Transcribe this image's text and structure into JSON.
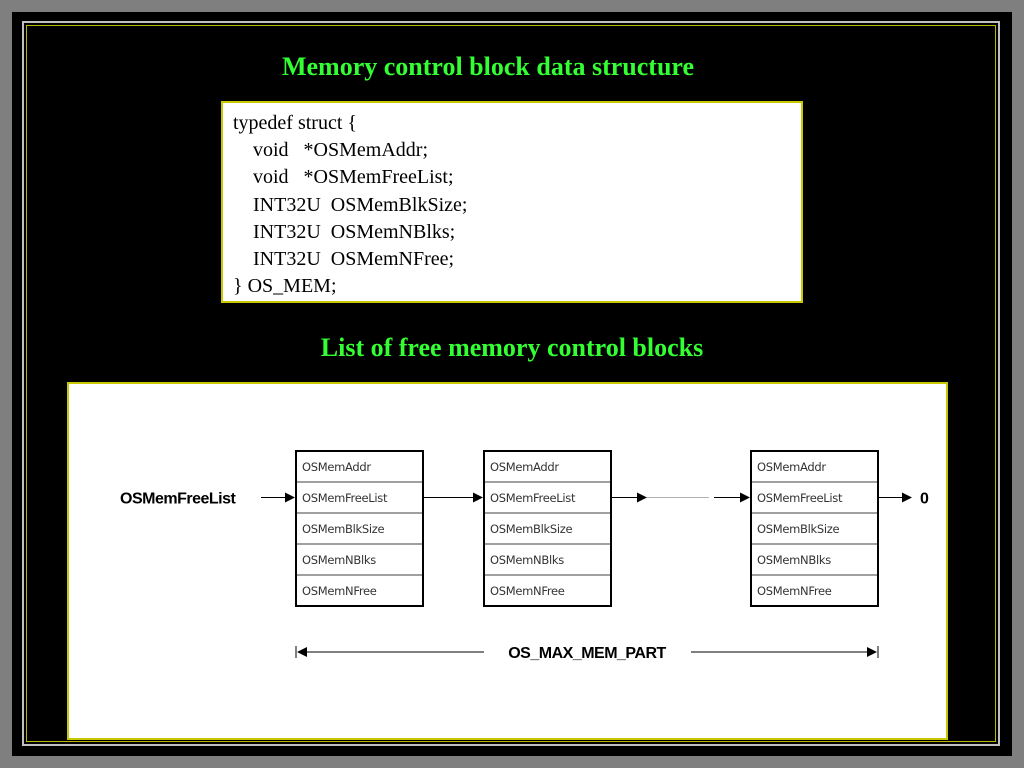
{
  "titles": {
    "struct_title": "Memory control block data structure",
    "list_title": "List of free memory control blocks"
  },
  "code": {
    "lines": [
      "typedef struct {",
      "    void   *OSMemAddr;",
      "    void   *OSMemFreeList;",
      "    INT32U  OSMemBlkSize;",
      "    INT32U  OSMemNBlks;",
      "    INT32U  OSMemNFree;",
      "} OS_MEM;"
    ]
  },
  "diagram": {
    "head_label": "OSMemFreeList",
    "terminator": "0",
    "span_label": "OS_MAX_MEM_PART",
    "block_fields": [
      "OSMemAddr",
      "OSMemFreeList",
      "OSMemBlkSize",
      "OSMemNBlks",
      "OSMemNFree"
    ],
    "block_count_shown": 3
  },
  "colors": {
    "title_green": "#33ff33",
    "frame_yellow": "#c8c800",
    "background": "#000000"
  }
}
